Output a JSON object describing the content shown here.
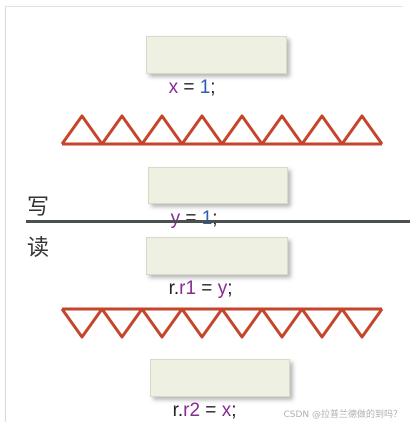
{
  "labels": {
    "write": "写",
    "read": "读"
  },
  "statements": [
    {
      "lhs": "x",
      "op": " = ",
      "rhs": "1",
      "end": ";"
    },
    {
      "lhs": "y",
      "op": " = ",
      "rhs": "1",
      "end": ";"
    },
    {
      "obj": "r.",
      "field": "r1",
      "op": " = ",
      "rhs": "y",
      "end": ";"
    },
    {
      "obj": "r.",
      "field": "r2",
      "op": " = ",
      "rhs": "x",
      "end": ";"
    }
  ],
  "watermark": "CSDN @拉普兰德做的到吗？",
  "colors": {
    "variable": "#8a2a93",
    "number": "#2b5db4",
    "fence": "#c5452c",
    "box": "#eef0e2",
    "divider": "#4a4f4f"
  }
}
